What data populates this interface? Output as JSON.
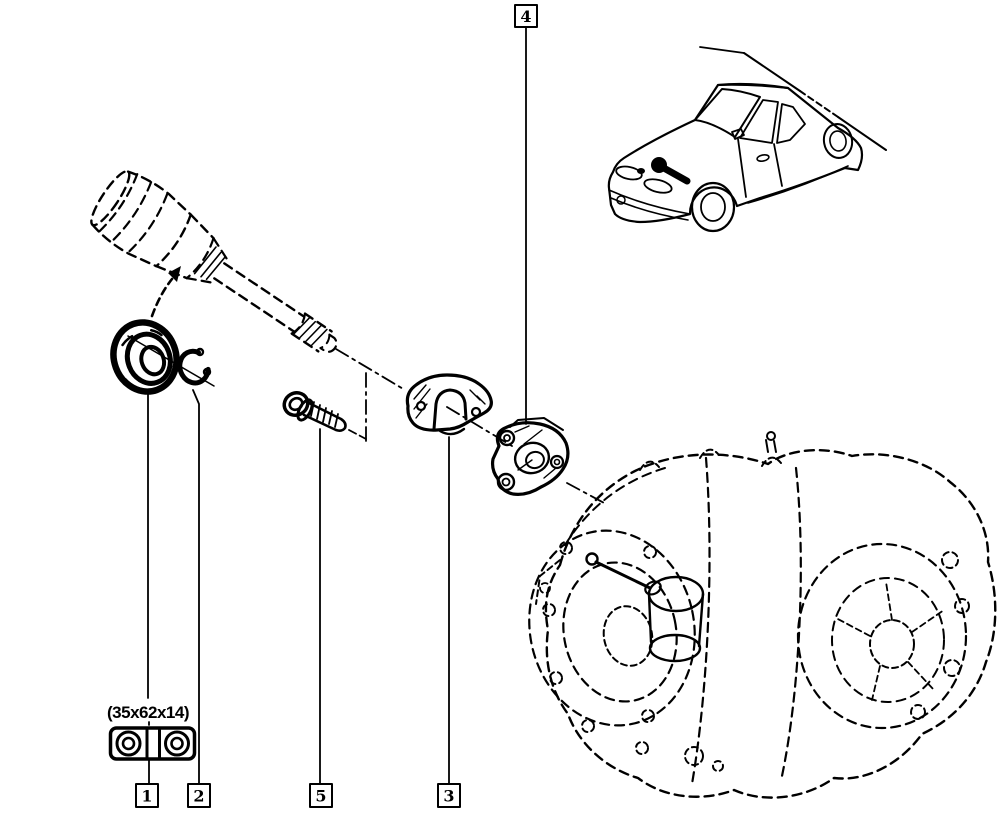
{
  "canvas": {
    "background": "#ffffff",
    "line_color": "#000000"
  },
  "dimension_label": {
    "text": "(35x62x14)"
  },
  "callouts": {
    "c1": {
      "label": "1"
    },
    "c2": {
      "label": "2"
    },
    "c3": {
      "label": "3"
    },
    "c4": {
      "label": "4"
    },
    "c5": {
      "label": "5"
    }
  },
  "icons": {
    "bearing_section_icon": "bearing-cross-section",
    "location_marker": "part-location-blob",
    "install_arrow": "installation-direction-arrow"
  }
}
